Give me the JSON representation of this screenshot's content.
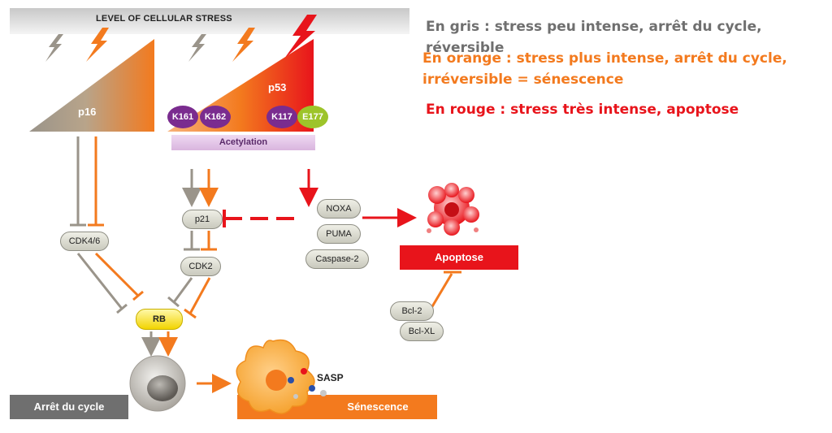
{
  "header": {
    "title": "LEVEL OF CELLULAR STRESS"
  },
  "legend": {
    "grey": "En gris : stress peu intense, arrêt du cycle, réversible",
    "orange_line1": "En orange : stress plus intense, arrêt du cycle,",
    "orange_line2": "irréversible = sénescence",
    "red": "En rouge : stress très intense, apoptose"
  },
  "triangles": {
    "p16": "p16",
    "p53": "p53"
  },
  "acetylation": {
    "sites": [
      "K161",
      "K162",
      "K117",
      "E177"
    ],
    "label": "Acetylation"
  },
  "nodes": {
    "cdk46": "CDK4/6",
    "p21": "p21",
    "cdk2": "CDK2",
    "rb": "RB",
    "noxa": "NOXA",
    "puma": "PUMA",
    "caspase2": "Caspase-2",
    "bcl2": "Bcl-2",
    "bclxl": "Bcl-XL"
  },
  "outcomes": {
    "apoptose": "Apoptose",
    "arret": "Arrêt du cycle",
    "senescence": "Sénescence",
    "sasp": "SASP"
  },
  "colors": {
    "grey": "#9a948a",
    "orange": "#f37a1e",
    "red": "#e8141b",
    "purple": "#7a2c8f",
    "lime": "#9dc42a"
  }
}
